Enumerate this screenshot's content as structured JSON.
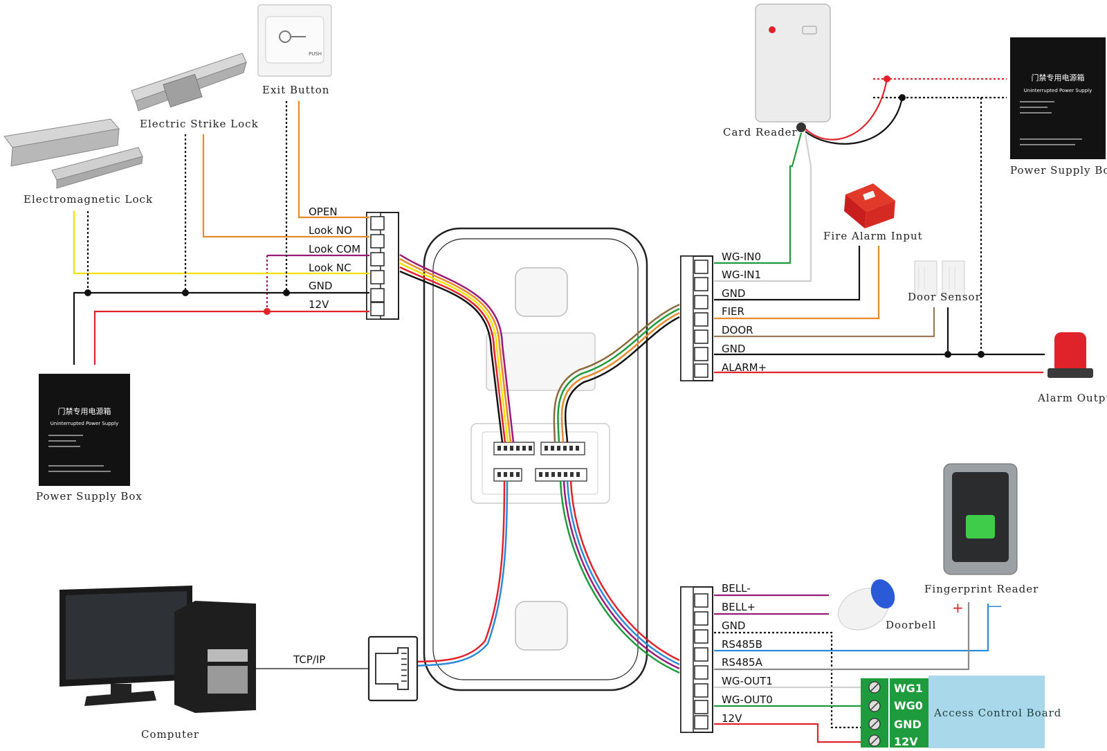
{
  "devices": {
    "electromagnetic_lock": "Electromagnetic Lock",
    "electric_strike_lock": "Electric Strike Lock",
    "exit_button": "Exit Button",
    "exit_button_push": "PUSH",
    "power_supply_left": "Power Supply Box",
    "card_reader": "Card Reader",
    "power_supply_right": "Power Supply Box",
    "fire_alarm_input": "Fire Alarm Input",
    "door_sensor": "Door Sensor",
    "alarm_output": "Alarm Output",
    "fingerprint_reader": "Fingerprint Reader",
    "doorbell": "Doorbell",
    "computer": "Computer",
    "access_control_board": "Access Control Board"
  },
  "psu_box": {
    "title": "门禁专用电源箱",
    "subtitle": "Uninterrupted Power Supply"
  },
  "fp_polarity": {
    "plus": "+",
    "minus": "—"
  },
  "network_label": "TCP/IP",
  "left_terminal": [
    "OPEN",
    "Look NO",
    "Look COM",
    "Look NC",
    "GND",
    "12V"
  ],
  "right_top_terminal": [
    "WG-IN0",
    "WG-IN1",
    "GND",
    "FIER",
    "DOOR",
    "GND",
    "ALARM+"
  ],
  "right_bottom_terminal": [
    "BELL-",
    "BELL+",
    "GND",
    "RS485B",
    "RS485A",
    "WG-OUT1",
    "WG-OUT0",
    "12V"
  ],
  "board_terminal": [
    "WG1",
    "WG0",
    "GND",
    "12V"
  ],
  "colors": {
    "wire_black": "#111111",
    "wire_red": "#e0232a",
    "wire_orange": "#e8892a",
    "wire_yellow": "#f2e200",
    "wire_purple": "#9a1a7a",
    "wire_green": "#1d9a3a",
    "wire_blue": "#2a8ad8",
    "wire_gray": "#8a8a8a",
    "board_fill": "#a9d8ea",
    "board_terminal": "#1e9b3c"
  }
}
